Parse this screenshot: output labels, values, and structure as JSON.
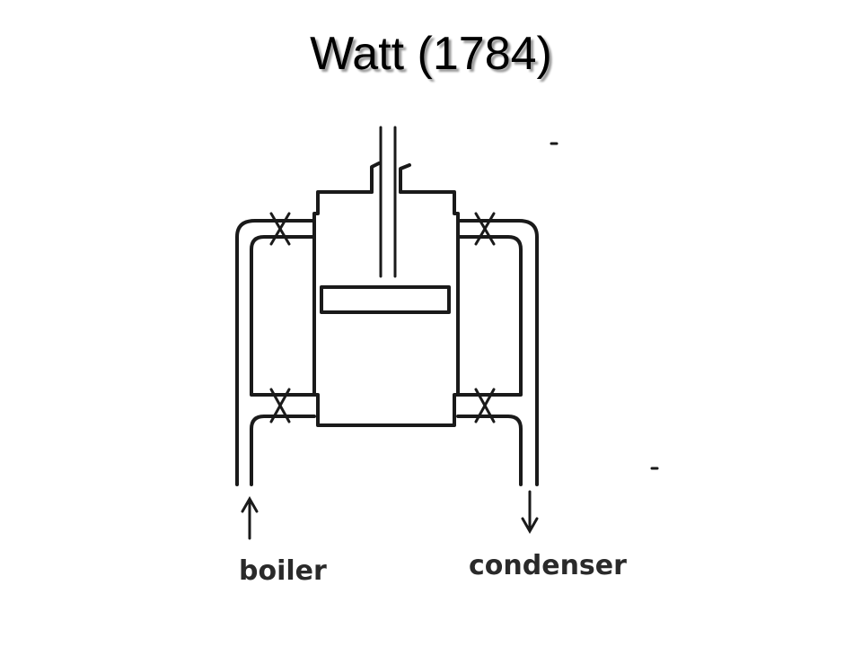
{
  "slide": {
    "title": "Watt (1784)"
  },
  "diagram": {
    "labels": {
      "inlet": "boiler",
      "outlet": "condenser"
    }
  }
}
